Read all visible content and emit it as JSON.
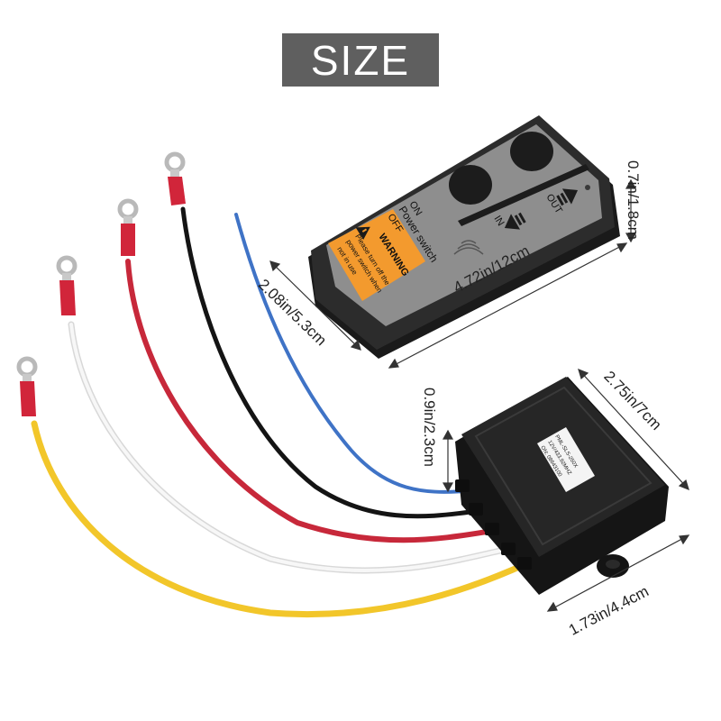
{
  "banner": {
    "title": "SIZE"
  },
  "remote": {
    "switch_on": "ON",
    "switch_title": "Power switch",
    "switch_off": "OFF",
    "warning_title": "WARNING",
    "warning_text_1": "Please turn off the",
    "warning_text_2": "power switch when",
    "warning_text_3": "not in use",
    "button_out": "OUT",
    "button_in": "IN"
  },
  "receiver": {
    "label_line_1": "PML-SLS-250X",
    "label_line_2": "12V/433.92MHZ",
    "label_line_3": "ON: 08643100"
  },
  "dimensions": {
    "remote_length": "4.72in/12cm",
    "remote_width": "2.08in/5.3cm",
    "remote_thickness": "0.7in/1.8cm",
    "receiver_length": "2.75in/7cm",
    "receiver_width": "1.73in/4.4cm",
    "receiver_height": "0.9in/2.3cm"
  },
  "colors": {
    "banner": "#5f5f5f",
    "remote_body": "#2c2c2c",
    "remote_panel": "#8e8e8e",
    "warning_label": "#f39a2e",
    "receiver_body": "#232323",
    "wire_blue": "#3f73c6",
    "wire_black": "#141414",
    "wire_red": "#c7283a",
    "wire_white": "#ececec",
    "wire_yellow": "#f2c62a",
    "terminal_red": "#d1253a"
  }
}
